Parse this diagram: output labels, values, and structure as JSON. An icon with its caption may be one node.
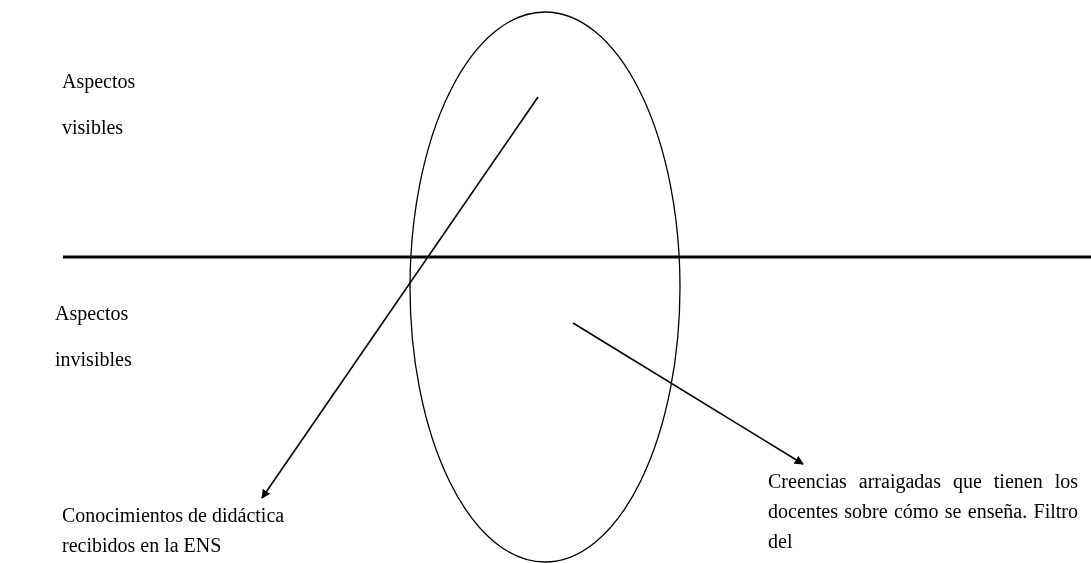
{
  "diagram": {
    "nodes": [
      {
        "text": [],
        "shape": "ellipse"
      },
      {
        "text": [
          "Conocimientos de didáctica recibidos en la ENS"
        ]
      },
      {
        "text": [
          "Creencias arraigadas que tienen los docentes sobre cómo se enseña. Filtro del"
        ]
      }
    ],
    "edges": [
      {
        "from": 0,
        "to": 1,
        "arrow": "to"
      },
      {
        "from": 0,
        "to": 2,
        "arrow": "to"
      }
    ],
    "labels": [
      "Aspectos visibles",
      "Aspectos invisibles"
    ]
  }
}
